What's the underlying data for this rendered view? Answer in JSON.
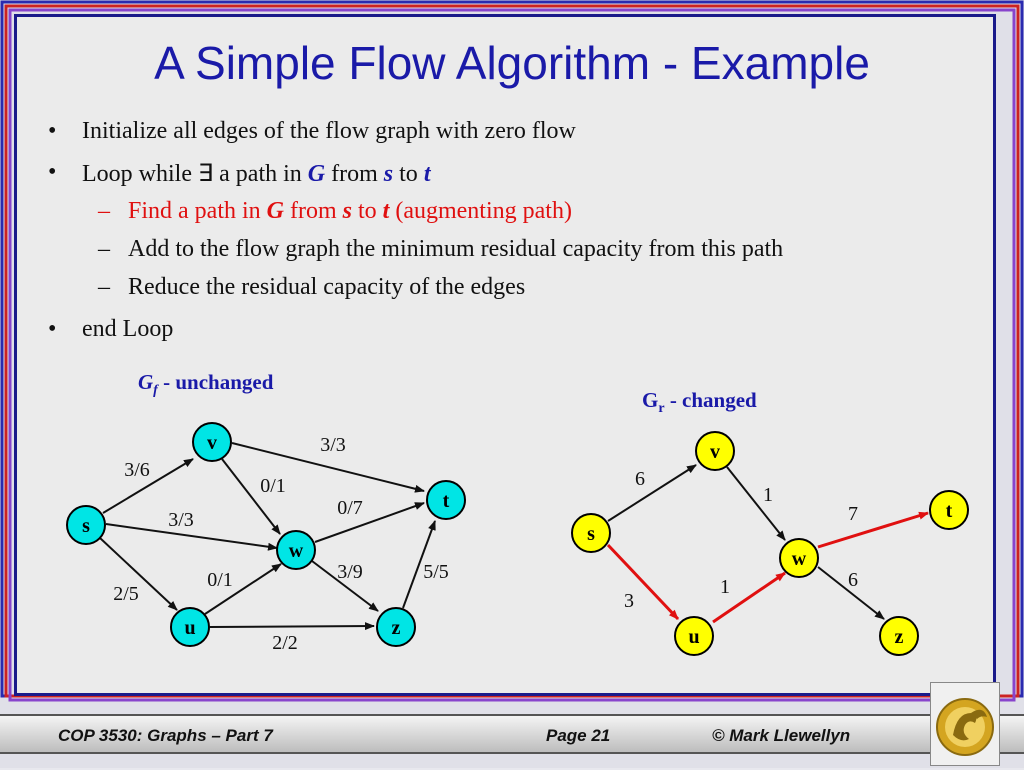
{
  "slide": {
    "title": "A Simple Flow Algorithm - Example",
    "bullets": [
      {
        "text": "Initialize all edges of the flow graph with zero flow"
      },
      {
        "parts": [
          "Loop while ∃ a path in ",
          "G",
          " from ",
          "s",
          " to ",
          "t"
        ]
      },
      {
        "parts": [
          "Find a path in ",
          "G",
          " from ",
          "s",
          " to ",
          "t",
          " (augmenting path)"
        ],
        "color": "#e01010"
      },
      {
        "text": "Add to the flow graph the minimum residual capacity from this path"
      },
      {
        "text": "Reduce the residual capacity of the edges"
      },
      {
        "text": "end Loop"
      }
    ],
    "bullet_symbol": "•",
    "dash_symbol": "–"
  },
  "graph_f": {
    "title_main": "G",
    "title_sub": "f",
    "title_rest": " - unchanged",
    "nodes": {
      "v": "v",
      "t": "t",
      "s": "s",
      "w": "w",
      "u": "u",
      "z": "z"
    },
    "edge_labels": {
      "s_v": "3/6",
      "v_t": "3/3",
      "v_w": "0/1",
      "w_t": "0/7",
      "s_w": "3/3",
      "s_u": "2/5",
      "u_w": "0/1",
      "w_z": "3/9",
      "z_t": "5/5",
      "u_z": "2/2"
    }
  },
  "graph_r": {
    "title_main": "G",
    "title_sub": "r",
    "title_rest": " - changed",
    "nodes": {
      "v": "v",
      "t": "t",
      "s": "s",
      "w": "w",
      "u": "u",
      "z": "z"
    },
    "edge_labels": {
      "s_v": "6",
      "v_w": "1",
      "w_t": "7",
      "s_u": "3",
      "u_w": "1",
      "w_z": "6"
    },
    "highlight_color": "#e01010"
  },
  "colors": {
    "node_fill_f": "#00e5e5",
    "node_fill_r": "#ffff00",
    "title": "#1a1aa8",
    "accent_red": "#e01010"
  },
  "footer": {
    "course": "COP 3530: Graphs – Part 7",
    "page": "Page 21",
    "author": "© Mark Llewellyn"
  }
}
